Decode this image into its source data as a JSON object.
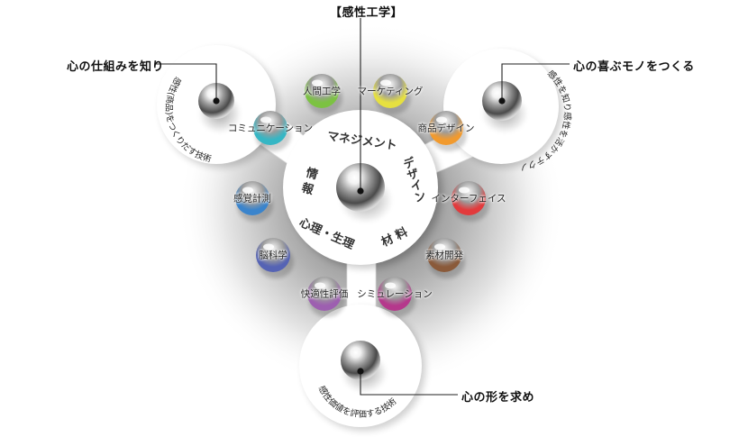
{
  "title": "【感性工学】",
  "callouts": {
    "left": "心の仕組みを知り",
    "right": "心の喜ぶモノをつくる",
    "bottom": "心の形を求め"
  },
  "circle_captions": {
    "left": "感性(商品)をつくりだす技術",
    "right": "感性を知り感性を活かすテクノ",
    "bottom": "感性価値を評価する技術"
  },
  "hub_words": {
    "top": "マネジメント",
    "right": "デザイン",
    "left": "情 報",
    "bottom_left": "心理・生理",
    "bottom_right": "材 料"
  },
  "fields": [
    {
      "label": "人間工学",
      "color": "#7cc242"
    },
    {
      "label": "マーケティング",
      "color": "#e6e040"
    },
    {
      "label": "コミュニケーション",
      "color": "#36b6c4"
    },
    {
      "label": "商品デザイン",
      "color": "#f19a2e"
    },
    {
      "label": "感覚計測",
      "color": "#3a84cc"
    },
    {
      "label": "インターフェイス",
      "color": "#e23a3c"
    },
    {
      "label": "脳科学",
      "color": "#5563b4"
    },
    {
      "label": "素材開発",
      "color": "#8a5a3a"
    },
    {
      "label": "快適性評価",
      "color": "#9d5fb0"
    },
    {
      "label": "シミュレーション",
      "color": "#b5388c"
    }
  ]
}
